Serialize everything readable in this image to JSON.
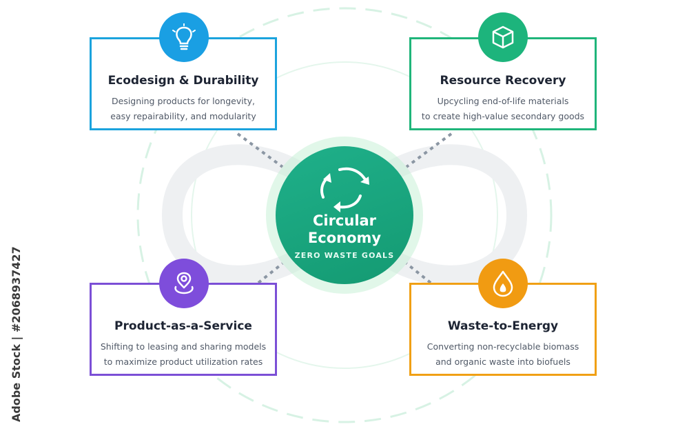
{
  "hub": {
    "title_line1": "Circular",
    "title_line2": "Economy",
    "subtitle": "ZERO WASTE GOALS",
    "icon": "recycle-arrows-icon",
    "color": "#17a37c"
  },
  "cards": {
    "ecodesign": {
      "title": "Ecodesign & Durability",
      "line1": "Designing products for longevity,",
      "line2": "easy repairability, and modularity",
      "icon": "lightbulb-icon",
      "color": "#1ba3dd"
    },
    "recovery": {
      "title": "Resource Recovery",
      "line1": "Upcycling end-of-life materials",
      "line2": "to create high-value secondary goods",
      "icon": "cube-icon",
      "color": "#1fb57a"
    },
    "service": {
      "title": "Product-as-a-Service",
      "line1": "Shifting to leasing and sharing models",
      "line2": "to maximize product utilization rates",
      "icon": "location-pin-icon",
      "color": "#7b4fd6"
    },
    "energy": {
      "title": "Waste-to-Energy",
      "line1": "Converting non-recyclable biomass",
      "line2": "and organic waste into biofuels",
      "icon": "flame-drop-icon",
      "color": "#f0a015"
    }
  },
  "watermark": {
    "side_text": "Adobe Stock | #2068937427"
  }
}
